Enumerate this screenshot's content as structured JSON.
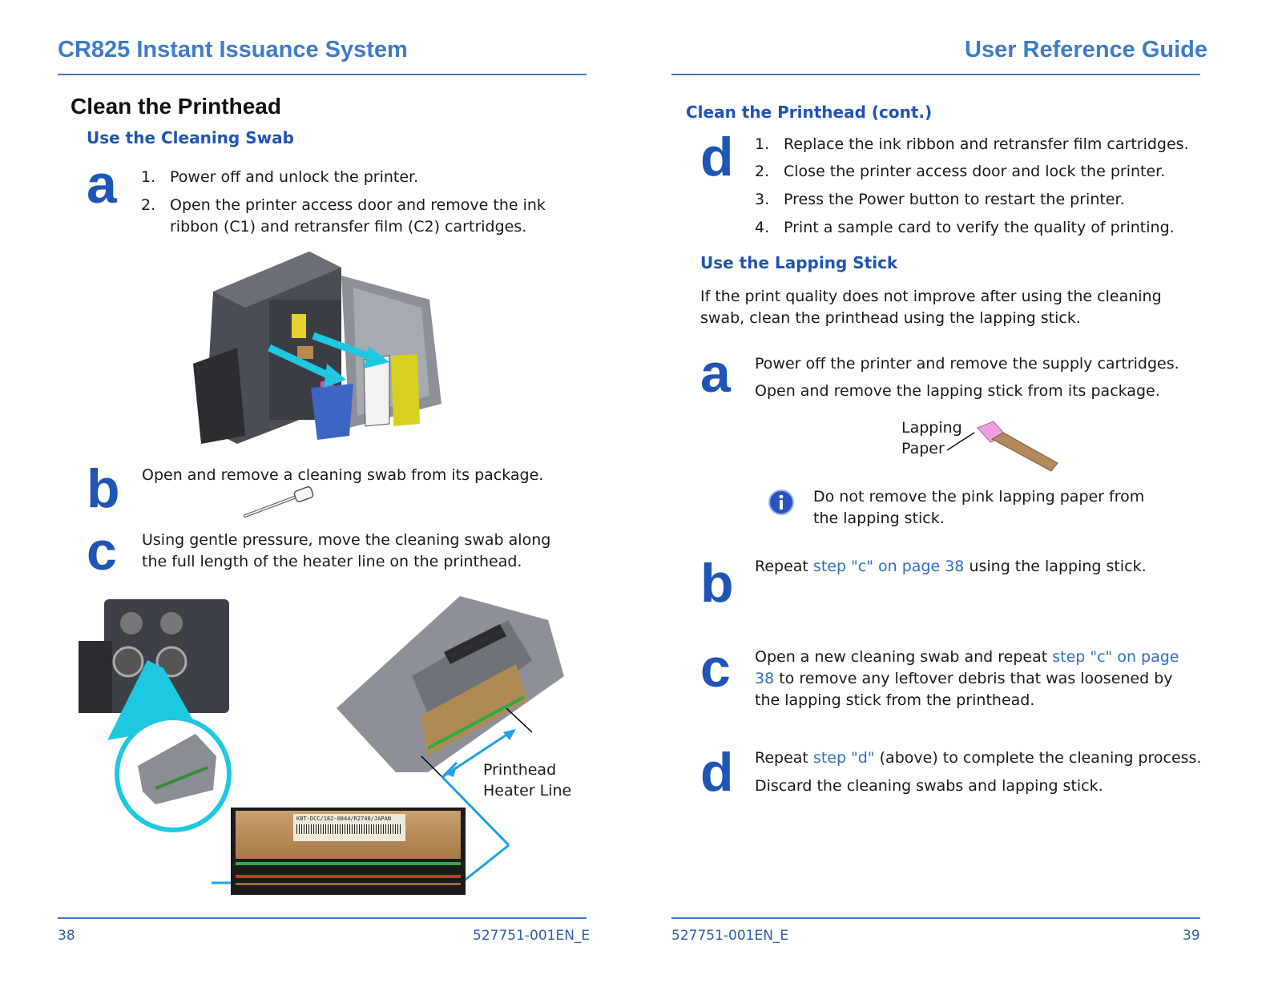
{
  "left": {
    "header": "CR825 Instant Issuance System",
    "title": "Clean the Printhead",
    "subtitle": "Use the Cleaning Swab",
    "step_a": {
      "letter": "a",
      "items": [
        {
          "n": "1.",
          "text": "Power off and unlock the printer."
        },
        {
          "n": "2.",
          "text": "Open the printer access door and remove the ink ribbon (C1) and retransfer film (C2) cartridges."
        }
      ]
    },
    "step_b": {
      "letter": "b",
      "text": "Open and remove a cleaning swab from its package."
    },
    "step_c": {
      "letter": "c",
      "text": "Using gentle pressure, move the cleaning swab along the full length of the heater line on the printhead."
    },
    "callout": {
      "line1": "Printhead",
      "line2": "Heater Line"
    },
    "label_text": "KBT-DCC/182-0844/R2740/JAPAN",
    "footer": {
      "page": "38",
      "doc": "527751-001EN_E"
    }
  },
  "right": {
    "header": "User Reference Guide",
    "subtitle1": "Clean the Printhead (cont.)",
    "step_d": {
      "letter": "d",
      "items": [
        {
          "n": "1.",
          "text": "Replace the ink ribbon and retransfer film cartridges."
        },
        {
          "n": "2.",
          "text": "Close the printer access door and lock the printer."
        },
        {
          "n": "3.",
          "text": "Press the Power button to restart the printer."
        },
        {
          "n": "4.",
          "text": "Print a sample card to verify the quality of printing."
        }
      ]
    },
    "subtitle2": "Use the Lapping Stick",
    "intro": "If the print quality does not improve after using the cleaning swab, clean the printhead using the lapping stick.",
    "step_a": {
      "letter": "a",
      "line1": "Power off the printer and remove the supply cartridges.",
      "line2": "Open and remove the lapping stick from its package."
    },
    "lapping_label": {
      "line1": "Lapping",
      "line2": "Paper"
    },
    "note": "Do not remove the pink lapping paper from the lapping stick.",
    "step_b": {
      "letter": "b",
      "pre": "Repeat ",
      "link": "step \"c\" on page 38",
      "post": " using the lapping stick."
    },
    "step_c": {
      "letter": "c",
      "pre": "Open a new cleaning swab and repeat ",
      "link": "step \"c\" on page 38",
      "post": " to remove any leftover debris that was loosened by the lapping stick from the printhead."
    },
    "step_d2": {
      "letter": "d",
      "pre": "Repeat ",
      "link": "step \"d\"",
      "post": " (above) to complete the cleaning process.",
      "line2": "Discard the cleaning swabs and lapping stick."
    },
    "footer": {
      "doc": "527751-001EN_E",
      "page": "39"
    }
  },
  "colors": {
    "accent": "#3d7cc9",
    "heading_blue": "#1f55b5",
    "link": "#2f6fc4",
    "cyan": "#1ec8e0",
    "pink": "#f0a0e0"
  }
}
